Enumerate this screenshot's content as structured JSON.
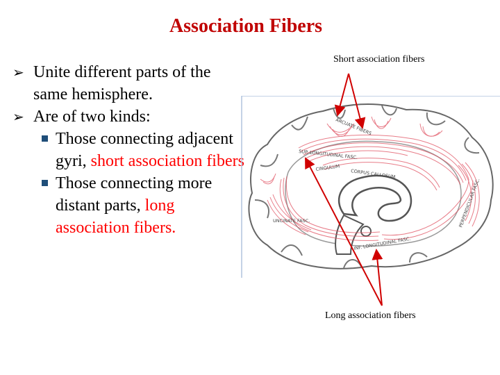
{
  "title": "Association Fibers",
  "bullets": {
    "item1": "Unite different parts of the same hemisphere.",
    "item2": "Are of two kinds:",
    "sub1": {
      "text": "Those connecting adjacent gyri, ",
      "highlight": "short association fibers"
    },
    "sub2": {
      "text": "Those connecting more distant parts, ",
      "highlight": "long association fibers."
    }
  },
  "labels": {
    "short": "Short association fibers",
    "long": "Long association fibers"
  },
  "figure_labels": {
    "arcuate": "ARCUATE FIBERS",
    "sup_long": "SUP. LONGITUDINAL FASC.",
    "cingulum": "CINGULUM",
    "corpus": "CORPUS CALLOSUM",
    "uncinate": "UNCINATE FASC.",
    "inf_long": "INF. LONGITUDINAL FASC.",
    "perpendicular": "PERPENDICULAR FASC."
  },
  "colors": {
    "title": "#c00000",
    "highlight": "#ff0000",
    "fibers": "#e05060",
    "arrows": "#d00000"
  }
}
